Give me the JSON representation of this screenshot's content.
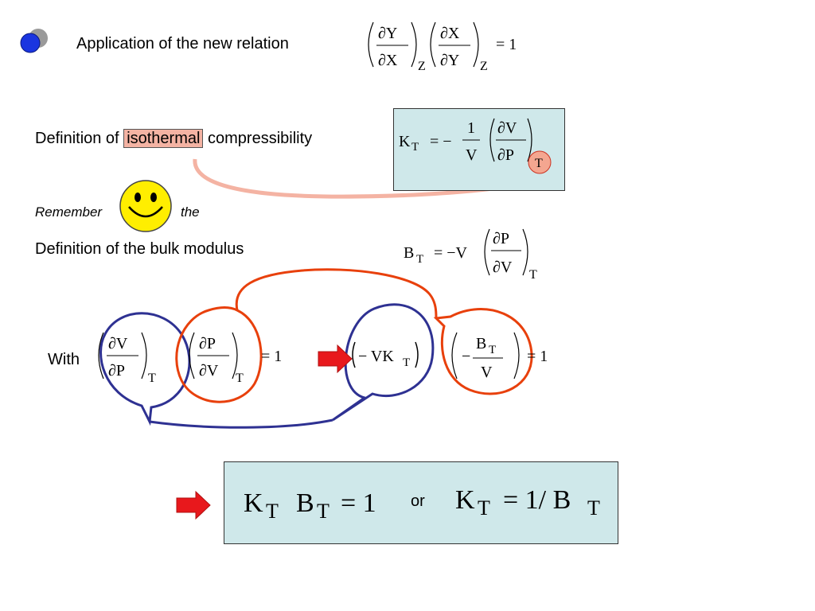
{
  "header": {
    "title": "Application of the new relation",
    "equation": {
      "n1": "∂Y",
      "d1": "∂X",
      "sub1": "Z",
      "n2": "∂X",
      "d2": "∂Y",
      "sub2": "Z",
      "eq": "= 1"
    }
  },
  "isothermal": {
    "prefix": "Definition of",
    "highlight": "isothermal",
    "suffix": "compressibility",
    "equation": {
      "lhs": "K",
      "lhs_sub": "T",
      "eq": "= −",
      "frac_n": "1",
      "frac_d": "V",
      "n2": "∂V",
      "d2": "∂P",
      "sub": "T"
    }
  },
  "remember": {
    "before": "Remember",
    "after": "the"
  },
  "bulk": {
    "label": "Definition of the bulk modulus",
    "equation": {
      "lhs": "B",
      "lhs_sub": "T",
      "eq": "= −V",
      "n": "∂P",
      "d": "∂V",
      "sub": "T"
    }
  },
  "with_row": {
    "label": "With",
    "term1": {
      "n": "∂V",
      "d": "∂P",
      "sub": "T"
    },
    "term2": {
      "n": "∂P",
      "d": "∂V",
      "sub": "T"
    },
    "eq1": "= 1",
    "term3": "− VK",
    "term3_sub": "T",
    "term4": {
      "sign": "−",
      "n": "B",
      "n_sub": "T",
      "d": "V"
    },
    "eq2": "= 1"
  },
  "result": {
    "eq1": {
      "K": "K",
      "K_sub": "T",
      "B": "B",
      "B_sub": "T",
      "eq": "= 1"
    },
    "or": "or",
    "eq2": {
      "K": "K",
      "K_sub": "T",
      "eq": "= 1/ B",
      "B_sub": "T"
    }
  },
  "colors": {
    "bullet": "#1a35e0",
    "bullet_shadow": "#9a9a9a",
    "blue_box": "#cfe8ea",
    "highlight": "#f4b3a3",
    "link": "#f4b3a3",
    "navy": "#2e3192",
    "orange": "#e8400c",
    "arrow": "#e8181c",
    "smiley": "#ffee00"
  }
}
